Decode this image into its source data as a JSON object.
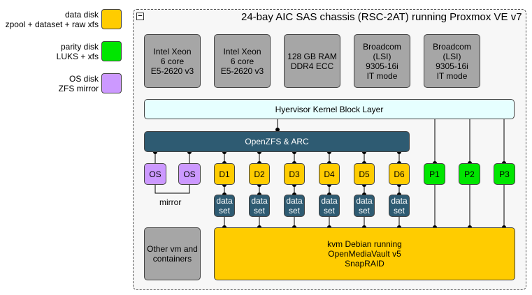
{
  "legend": [
    {
      "text": "data disk\nzpool + dataset + raw xfs",
      "color": "#ffcc00"
    },
    {
      "text": "parity disk\nLUKS + xfs",
      "color": "#00e600"
    },
    {
      "text": "OS disk\nZFS mirror",
      "color": "#cc99ff"
    }
  ],
  "chassis": {
    "title": "24-bay AIC SAS chassis (RSC-2AT) running Proxmox VE v7",
    "collapse_glyph": "−"
  },
  "hardware": [
    "Intel Xeon\n6 core\nE5-2620 v3",
    "Intel Xeon\n6 core\nE5-2620 v3",
    "128 GB RAM\nDDR4 ECC",
    "Broadcom\n(LSI)\n9305-16i\nIT mode",
    "Broadcom\n(LSI)\n9305-16i\nIT mode"
  ],
  "kernel_layer": "Hyervisor Kernel Block Layer",
  "zfs_layer": "OpenZFS & ARC",
  "os_disks": [
    "OS",
    "OS"
  ],
  "mirror_label": "mirror",
  "data_disks": [
    "D1",
    "D2",
    "D3",
    "D4",
    "D5",
    "D6"
  ],
  "parity_disks": [
    "P1",
    "P2",
    "P3"
  ],
  "dataset_label": "data\nset",
  "other_vms": "Other vm and\ncontainers",
  "kvm": "kvm Debian running\nOpenMediaVault v5\nSnapRAID"
}
